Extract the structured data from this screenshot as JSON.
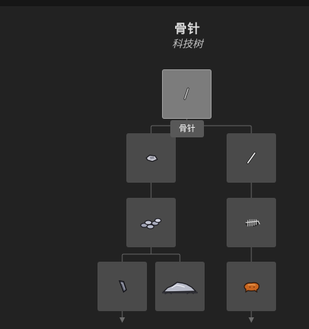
{
  "header": {
    "title": "骨针",
    "subtitle": "科技树"
  },
  "tooltip": {
    "text": "骨针"
  },
  "nodes": [
    {
      "id": "root",
      "icon": "bone-needle-icon",
      "selected": true
    },
    {
      "id": "left-branch",
      "icon": "flint-flake-icon",
      "selected": false
    },
    {
      "id": "right-branch",
      "icon": "bone-shard-icon",
      "selected": false
    },
    {
      "id": "left-mid",
      "icon": "stone-pile-icon",
      "selected": false
    },
    {
      "id": "right-mid",
      "icon": "skeleton-remains-icon",
      "selected": false
    },
    {
      "id": "left-bottom-a",
      "icon": "stone-tool-icon",
      "selected": false
    },
    {
      "id": "left-bottom-b",
      "icon": "rock-formation-icon",
      "selected": false
    },
    {
      "id": "right-bottom",
      "icon": "animal-hide-icon",
      "selected": false
    }
  ],
  "colors": {
    "background": "#222222",
    "node": "#4a4a4a",
    "node_selected": "#7c7c7c",
    "connector": "#6a6a6a"
  }
}
